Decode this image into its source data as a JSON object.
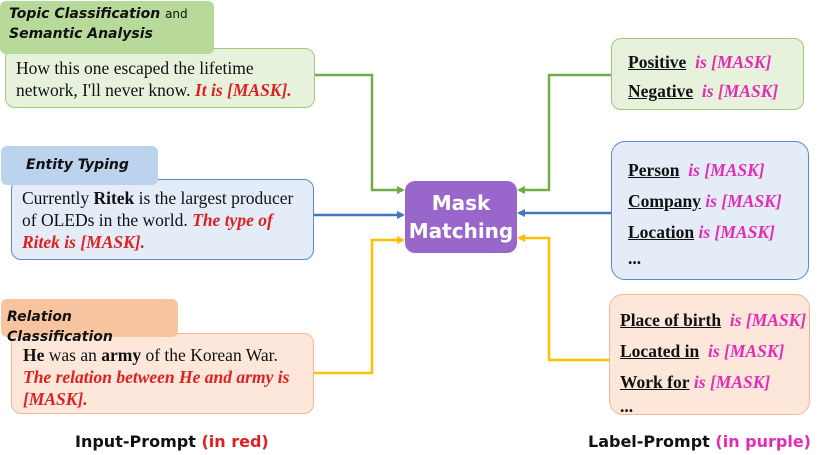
{
  "center": {
    "line1": "Mask",
    "line2": "Matching"
  },
  "left": {
    "topic": {
      "tag_part1": "Topic Classification",
      "tag_and": "and",
      "tag_part2": "Semantic Analysis",
      "text_line1": "How this one escaped the lifetime",
      "text_line2_plain": "network, I'll never know. ",
      "text_line2_prompt": "It is [MASK]."
    },
    "entity": {
      "tag": "Entity Typing",
      "line1_pre": "Currently ",
      "line1_bold": "Ritek",
      "line1_post": " is the largest producer",
      "line2_plain": "of OLEDs in the world. ",
      "line2_prompt": "The type of",
      "line3_prompt": "Ritek is [MASK]."
    },
    "relation": {
      "tag": "Relation Classification",
      "line1_bold1": "He",
      "line1_mid": " was an ",
      "line1_bold2": "army",
      "line1_post": " of the Korean War.",
      "line2_prompt": "The relation between He and army is",
      "line3_prompt": "[MASK]."
    }
  },
  "right": {
    "sentiment": {
      "items": [
        {
          "word": "Positive",
          "prompt": "is [MASK]"
        },
        {
          "word": "Negative",
          "prompt": "is [MASK]"
        }
      ]
    },
    "entity": {
      "items": [
        {
          "word": "Person",
          "prompt": "is [MASK]"
        },
        {
          "word": "Company",
          "prompt": "is [MASK]"
        },
        {
          "word": "Location",
          "prompt": "is [MASK]"
        }
      ],
      "ellipsis": "..."
    },
    "relation": {
      "items": [
        {
          "word": "Place of birth",
          "prompt": "is [MASK]"
        },
        {
          "word": "Located in",
          "prompt": "is [MASK]"
        },
        {
          "word": "Work for",
          "prompt": "is [MASK]"
        }
      ],
      "ellipsis": "..."
    }
  },
  "captions": {
    "input": "Input-Prompt",
    "input_note": "(in red)",
    "label": "Label-Prompt",
    "label_note": "(in purple)"
  },
  "colors": {
    "green_arrow": "#70ad47",
    "blue_arrow": "#4472c4",
    "yellow_arrow": "#ffc000",
    "mask_fill": "#9966cc",
    "red_text": "#e02020",
    "purple_text": "#e52bb5"
  }
}
